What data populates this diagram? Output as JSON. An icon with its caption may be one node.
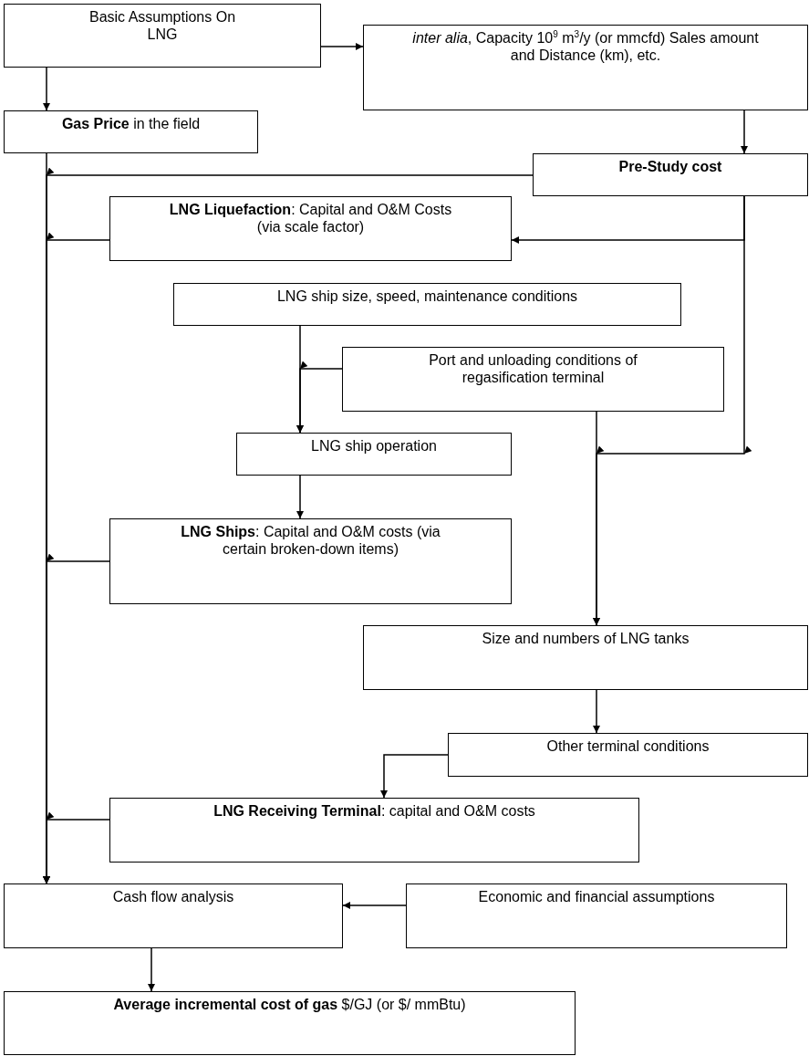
{
  "diagram": {
    "nodes": [
      {
        "text": [
          "Basic Assumptions On LNG"
        ]
      },
      {
        "text": [
          "*inter alia*, Capacity 10$^{9}$ m$^{3}$/y (or mmcfd) Sales amount and Distance (km), etc."
        ]
      },
      {
        "text": [
          "**Gas Price** in the field"
        ]
      },
      {
        "text": [
          "Pre-Study cost"
        ]
      },
      {
        "text": [
          "**LNG Liquefaction**: Capital and O&M Costs (via scale factor)"
        ]
      },
      {
        "text": [
          "LNG ship size, speed, maintenance conditions"
        ]
      },
      {
        "text": [
          "Port and unloading conditions of regasification terminal"
        ]
      },
      {
        "text": [
          "LNG ship operation"
        ]
      },
      {
        "text": [
          "**LNG Ships**: Capital and O&M costs (via certain broken-down items)"
        ]
      },
      {
        "text": [
          "Size and numbers of LNG tanks"
        ]
      },
      {
        "text": [
          "Other terminal conditions"
        ]
      },
      {
        "text": [
          "**LNG Receiving Terminal**: capital and O&M costs"
        ]
      },
      {
        "text": [
          "Cash flow analysis"
        ]
      },
      {
        "text": [
          "Economic and financial assumptions"
        ]
      },
      {
        "text": [
          "**Average incremental cost of gas**    $/GJ (or $/ mmBtu)"
        ]
      }
    ],
    "edges": [
      {
        "from": 0,
        "to": 1,
        "arrow": "to"
      },
      {
        "from": 0,
        "to": 2,
        "arrow": "to"
      },
      {
        "from": 1,
        "to": 3,
        "arrow": "to"
      },
      {
        "from": 2,
        "to": 12,
        "arrow": "to"
      },
      {
        "from": 3,
        "to": 12,
        "arrow": "to"
      },
      {
        "from": 3,
        "to": 4,
        "arrow": "to"
      },
      {
        "from": 4,
        "to": 12,
        "arrow": "to"
      },
      {
        "from": 5,
        "to": 7,
        "arrow": "to"
      },
      {
        "from": 6,
        "to": 7,
        "arrow": "to"
      },
      {
        "from": 3,
        "to": 9,
        "arrow": "to"
      },
      {
        "from": 6,
        "to": 9,
        "arrow": "to"
      },
      {
        "from": 7,
        "to": 8,
        "arrow": "to"
      },
      {
        "from": 8,
        "to": 12,
        "arrow": "to"
      },
      {
        "from": 9,
        "to": 10,
        "arrow": "to"
      },
      {
        "from": 10,
        "to": 11,
        "arrow": "to"
      },
      {
        "from": 11,
        "to": 12,
        "arrow": "to"
      },
      {
        "from": 13,
        "to": 12,
        "arrow": "to"
      },
      {
        "from": 12,
        "to": 14,
        "arrow": "to"
      }
    ]
  }
}
